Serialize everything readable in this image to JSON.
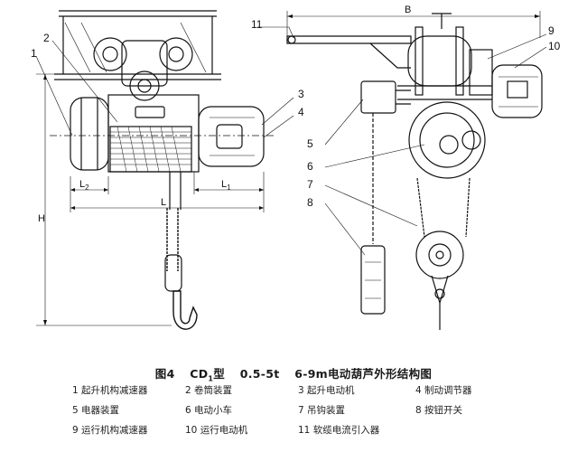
{
  "caption": {
    "fig": "图4",
    "model": "CD",
    "model_sub": "1",
    "type_suffix": "型",
    "capacity": "0.5-5t",
    "title": "6-9m电动葫芦外形结构图"
  },
  "callouts": [
    "1",
    "2",
    "3",
    "4",
    "5",
    "6",
    "7",
    "8",
    "9",
    "10",
    "11"
  ],
  "dimensions": {
    "L2": "L",
    "L2_sub": "2",
    "L1": "L",
    "L1_sub": "1",
    "L": "L",
    "H": "H",
    "B": "B"
  },
  "legend": [
    {
      "num": "1",
      "text": "起升机构减速器"
    },
    {
      "num": "2",
      "text": "卷筒装置"
    },
    {
      "num": "3",
      "text": "起升电动机"
    },
    {
      "num": "4",
      "text": "制动调节器"
    },
    {
      "num": "5",
      "text": "电器装置"
    },
    {
      "num": "6",
      "text": "电动小车"
    },
    {
      "num": "7",
      "text": "吊钩装置"
    },
    {
      "num": "8",
      "text": "按钮开关"
    },
    {
      "num": "9",
      "text": "运行机构减速器"
    },
    {
      "num": "10",
      "text": "运行电动机"
    },
    {
      "num": "11",
      "text": "软缆电流引入器"
    }
  ]
}
